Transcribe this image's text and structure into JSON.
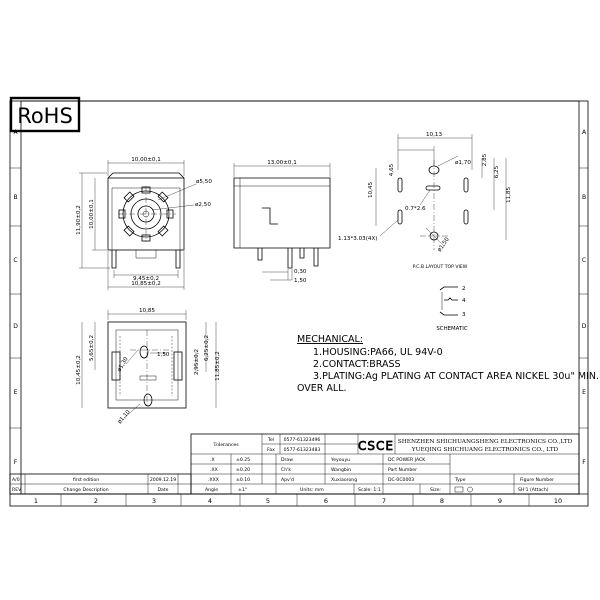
{
  "rohs_label": "RoHS",
  "border": {
    "row_letters": [
      "A",
      "B",
      "C",
      "D",
      "E",
      "F"
    ],
    "col_numbers": [
      "1",
      "2",
      "3",
      "4",
      "5",
      "6",
      "7",
      "8",
      "9",
      "10"
    ]
  },
  "front_view": {
    "dims": {
      "width_top": "10,00±0,1",
      "height_outer": "11,90±0,2",
      "height_inner": "10,00±0,1",
      "dia_outer": "ø5,50",
      "dia_inner": "ø2,50",
      "pin_span": "9,45±0,2",
      "body_width": "10,85±0,2"
    }
  },
  "side_view": {
    "dims": {
      "length": "13,00±0,1",
      "pin_width": "0,30",
      "pin_length": "1,50"
    }
  },
  "pcb_layout": {
    "dims": {
      "width": "10,13",
      "d_465": "4,65",
      "d_1045": "10,45",
      "d_170": "ø1,70",
      "d_285": "2,85",
      "d_625": "6,25",
      "d_1185": "11,85",
      "d_072": "0.7*2.6",
      "d_150": "ø1,50",
      "slot": "1.13*3.03(4X)"
    },
    "caption": "P.C.B LAYOUT TOP VIEW"
  },
  "bottom_view": {
    "dims": {
      "width": "10,85",
      "d_1045": "10,45±0,2",
      "d_565": "5,65±0,2",
      "d_130": "ø1,30",
      "d_150": "1,50",
      "d_295": "2,95±0,2",
      "d_625": "6,25±0,2",
      "d_1185": "11,85±0,2",
      "d_110": "ø1,10"
    }
  },
  "schematic": {
    "pins": [
      "2",
      "4",
      "3"
    ],
    "caption": "SCHEMATIC"
  },
  "notes": {
    "heading": "MECHANICAL:",
    "lines": [
      "1.HOUSING:PA66, UL 94V-0",
      "2.CONTACT:BRASS",
      "3.PLATING:Ag PLATING AT CONTACT AREA NICKEL 30u\" MIN.",
      "OVER ALL."
    ]
  },
  "title_block": {
    "tolerances": "Tolerances",
    "tel_label": "Tel",
    "tel_value": "0577-61323496",
    "fax_label": "Fax",
    "fax_value": "0577-61323483",
    "logo": "CSCE",
    "company_1": "SHENZHEN SHICHUANGSHENG ELECTRONICS CO.,LTD",
    "company_2": "YUEQING SHICHUANG ELECTRONICS CO., LTD",
    "tol_rows": [
      {
        "k": ".X",
        "v": "±0.25"
      },
      {
        "k": ".XX",
        "v": "±0.20"
      },
      {
        "k": ".XXX",
        "v": "±0.10"
      }
    ],
    "draw_label": "Draw",
    "draw_value": "Yeyouyu",
    "chk_label": "Ch'k",
    "chk_value": "Wangbin",
    "apv_label": "Apv'd",
    "apv_value": "Xuxiaorong",
    "product_name": "DC POWER JACK",
    "part_label": "Part Number",
    "part_value": "DC-0C0003",
    "type_label": "Type",
    "figure_label": "Figure Number",
    "angle_label": "Angle",
    "angle_value": "±1°",
    "units_label": "Units: mm",
    "scale_label": "Scale: 1:1",
    "size_label": "Size:",
    "sheet_label": "SH'1 (Attach)"
  },
  "revision_block": {
    "rows": [
      {
        "rev": "A/0",
        "desc": "first edition",
        "date": "2009.12.19"
      },
      {
        "rev": "REV",
        "desc": "Change Description",
        "date": "Date"
      }
    ]
  }
}
